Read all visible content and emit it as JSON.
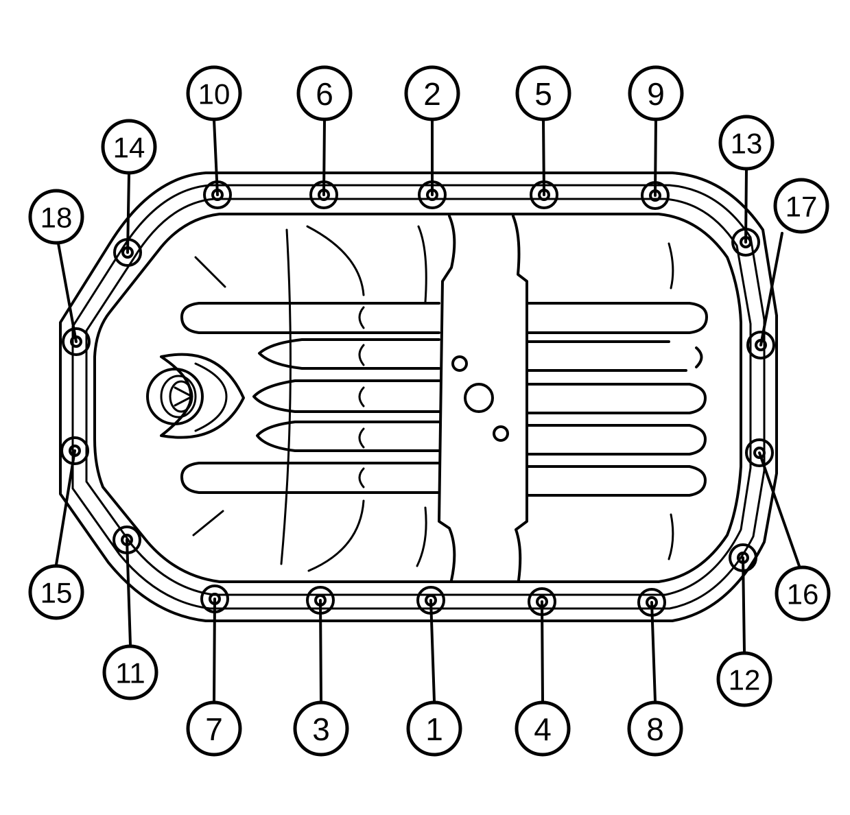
{
  "diagram": {
    "colors": {
      "stroke": "#000000",
      "background": "#ffffff"
    },
    "bolt_callouts": [
      "1",
      "2",
      "3",
      "4",
      "5",
      "6",
      "7",
      "8",
      "9",
      "10",
      "11",
      "12",
      "13",
      "14",
      "15",
      "16",
      "17",
      "18"
    ]
  }
}
